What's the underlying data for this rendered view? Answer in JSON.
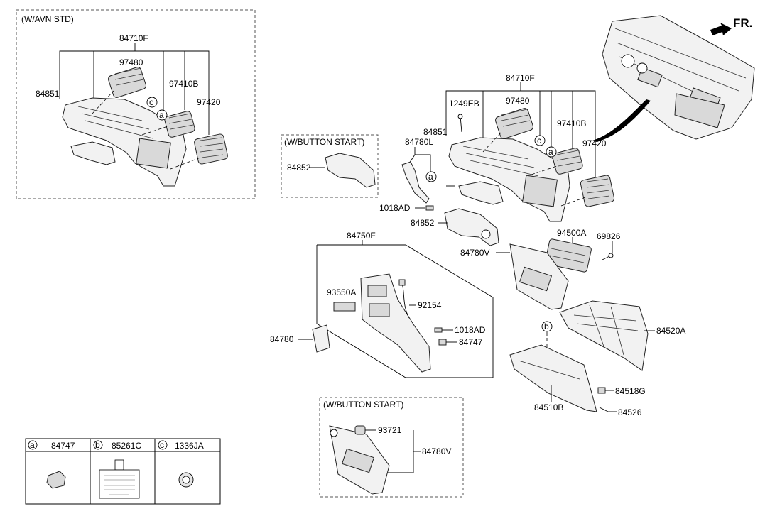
{
  "direction_label": "FR.",
  "groups": {
    "avn_std": "(W/AVN STD)",
    "button_start_top": "(W/BUTTON START)",
    "button_start_bottom": "(W/BUTTON START)"
  },
  "parts": {
    "p84710F_a": "84710F",
    "p97480_a": "97480",
    "p84851_a": "84851",
    "p97410B_a": "97410B",
    "p97420_a": "97420",
    "p84710F_b": "84710F",
    "p1249EB": "1249EB",
    "p97480_b": "97480",
    "p84851_b": "84851",
    "p84780L": "84780L",
    "p97410B_b": "97410B",
    "p97420_b": "97420",
    "p84852_a": "84852",
    "p1018AD_a": "1018AD",
    "p84852_b": "84852",
    "p94500A": "94500A",
    "p69826": "69826",
    "p84780V_a": "84780V",
    "p84750F": "84750F",
    "p93550A": "93550A",
    "p92154": "92154",
    "p1018AD_b": "1018AD",
    "p84747": "84747",
    "p84780": "84780",
    "p84520A": "84520A",
    "p84518G": "84518G",
    "p84510B": "84510B",
    "p84526": "84526",
    "p93721": "93721",
    "p84780V_b": "84780V"
  },
  "callouts": {
    "a": "a",
    "b": "b",
    "c": "c"
  },
  "legend": [
    {
      "key": "a",
      "part": "84747"
    },
    {
      "key": "b",
      "part": "85261C"
    },
    {
      "key": "c",
      "part": "1336JA"
    }
  ]
}
